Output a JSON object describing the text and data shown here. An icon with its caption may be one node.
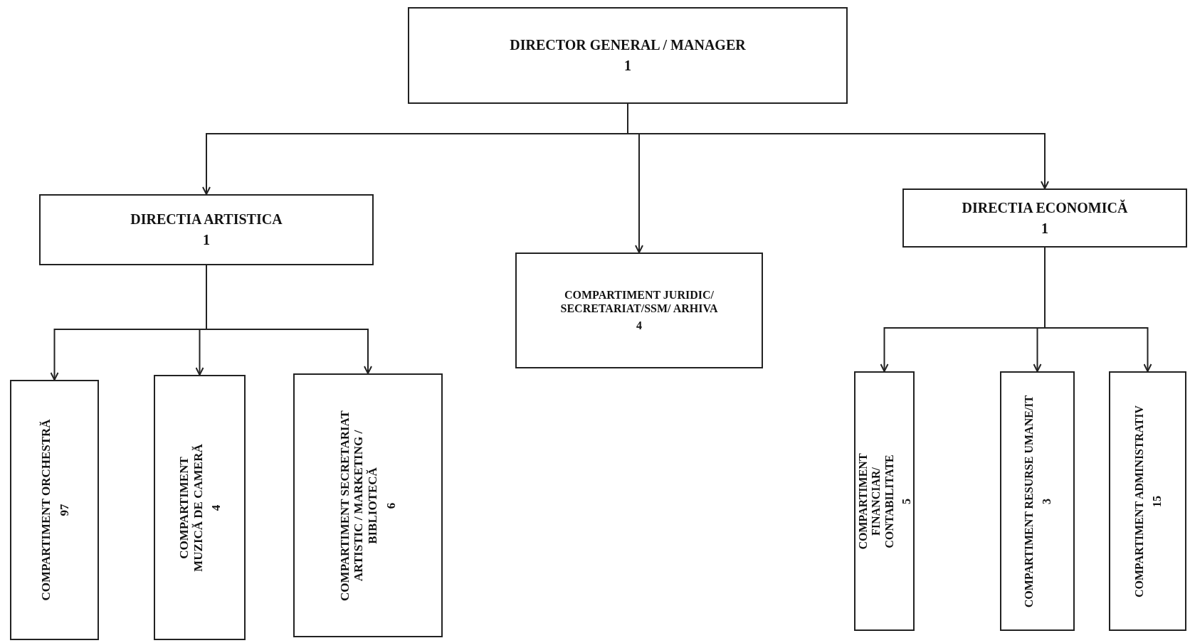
{
  "diagram": {
    "nodes": [
      {
        "text": [
          "DIRECTOR GENERAL / MANAGER",
          "1"
        ]
      },
      {
        "text": [
          "DIRECTIA ARTISTICA",
          "1"
        ]
      },
      {
        "text": [
          "COMPARTIMENT JURIDIC/ SECRETARIAT/SSM/ ARHIVA",
          "4"
        ]
      },
      {
        "text": [
          "DIRECTIA ECONOMICĂ",
          "1"
        ]
      },
      {
        "text": [
          "COMPARTIMENT ORCHESTRĂ",
          "97"
        ]
      },
      {
        "text": [
          "COMPARTIMENT MUZICĂ DE CAMERĂ",
          "4"
        ]
      },
      {
        "text": [
          "COMPARTIMENT SECRETARIAT ARTISTIC / MARKETING / BIBLIOTECĂ",
          "6"
        ]
      },
      {
        "text": [
          "COMPARTIMENT FINANCIAR/ CONTABILITATE",
          "5"
        ]
      },
      {
        "text": [
          "COMPARTIMENT RESURSE UMANE/IT",
          "3"
        ]
      },
      {
        "text": [
          "COMPARTIMENT ADMINISTRATIV",
          "15"
        ]
      }
    ],
    "edges": [
      {
        "from": 0,
        "to": 1,
        "arrow": "to"
      },
      {
        "from": 0,
        "to": 2,
        "arrow": "to"
      },
      {
        "from": 0,
        "to": 3,
        "arrow": "to"
      },
      {
        "from": 1,
        "to": 4,
        "arrow": "to"
      },
      {
        "from": 1,
        "to": 5,
        "arrow": "to"
      },
      {
        "from": 1,
        "to": 6,
        "arrow": "to"
      },
      {
        "from": 3,
        "to": 7,
        "arrow": "to"
      },
      {
        "from": 3,
        "to": 8,
        "arrow": "to"
      },
      {
        "from": 3,
        "to": 9,
        "arrow": "to"
      }
    ]
  }
}
